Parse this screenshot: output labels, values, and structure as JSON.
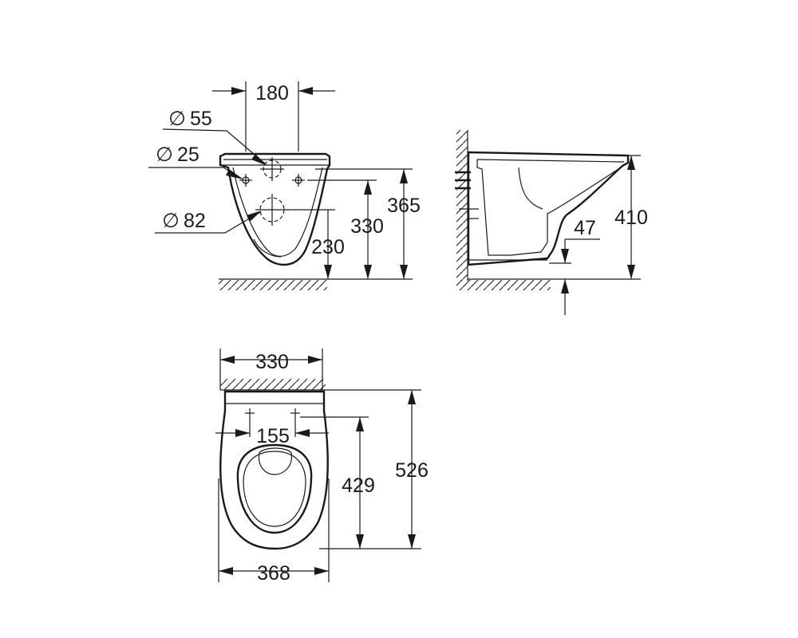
{
  "front_view": {
    "dim_width_holes": "180",
    "dim_diameter_inlet": "55",
    "dim_diameter_holes": "25",
    "dim_diameter_outlet": "82",
    "dim_outlet_height": "230",
    "dim_holes_height": "330",
    "dim_top_height": "365"
  },
  "side_view": {
    "dim_rim_height": "410",
    "dim_outlet_offset": "47"
  },
  "top_view": {
    "dim_width_back": "330",
    "dim_bolt_spacing": "155",
    "dim_bowl_length_inner": "429",
    "dim_bowl_length": "526",
    "dim_width": "368"
  },
  "symbols": {
    "diameter": "∅"
  }
}
